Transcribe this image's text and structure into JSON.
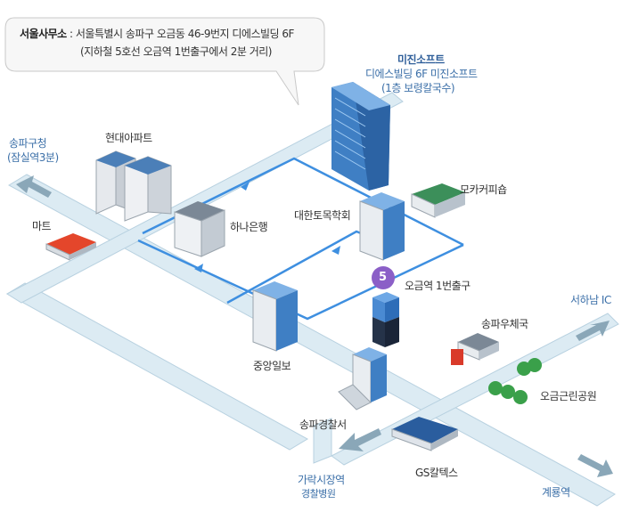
{
  "address": {
    "label": "서울사무소",
    "separator": " : ",
    "line1": "서울특별시 송파구 오금동 46-9번지 디에스빌딩 6F",
    "line2": "(지하철 5호선 오금역 1번출구에서 2분 거리)"
  },
  "company": {
    "name": "미진소프트",
    "building": "디에스빌딩 6F 미진소프트",
    "note": "(1층 보령칼국수)"
  },
  "landmarks": {
    "songpa_office": "송파구청",
    "jamsil": "(잠실역3분)",
    "hyundai_apt": "현대아파트",
    "mart": "마트",
    "hana_bank": "하나은행",
    "daehan": "대한토목학회",
    "mocha": "모카커피숍",
    "ogeum_exit": "오금역 1번출구",
    "subway_line": "5",
    "seohanam": "서하남 IC",
    "post_office": "송파우체국",
    "park": "오금근린공원",
    "joongang": "중앙일보",
    "police": "송파경찰서",
    "gs": "GS칼텍스",
    "garak": "가락시장역",
    "hospital": "경찰병원",
    "gyeryong": "계룡역"
  },
  "colors": {
    "road": "#dbe9f1",
    "road_edge": "#b9d2e1",
    "route": "#3e8fe0",
    "arrow": "#8ca8b8",
    "building_blue": "#3f7fc4",
    "subway_purple": "#8b5fc7"
  }
}
